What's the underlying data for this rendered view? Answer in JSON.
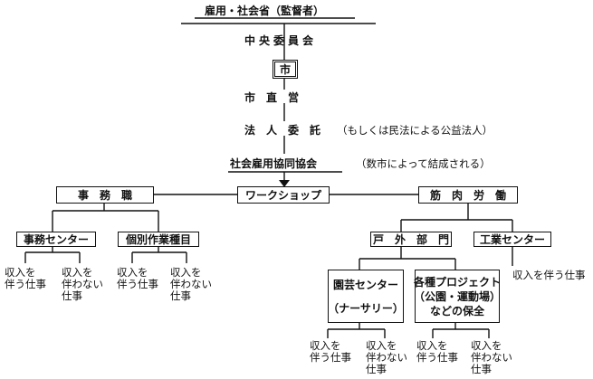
{
  "top": {
    "ministry": "雇用・社会省（監督者）",
    "central_committee": "中央委員会",
    "city": "市",
    "city_direct": "市　直　営",
    "corporation": "法　人　委　託",
    "corporation_note": "（もしくは民法による公益法人）",
    "association": "社会雇用協同協会",
    "association_note": "（数市によって結成される）"
  },
  "branches": {
    "clerical": "事　務　職",
    "workshop": "ワークショップ",
    "manual": "筋　肉　労　働"
  },
  "clerical": {
    "center": "事務センター",
    "individual": "個別作業種目"
  },
  "manual": {
    "outdoor": "戸　外　部　門",
    "industrial": "工業センター"
  },
  "outdoor": {
    "horticulture_line1": "園芸センター",
    "horticulture_line2": "（ナーサリー）",
    "projects_line1": "各種プロジェクト",
    "projects_line2": "（公園・運動場）",
    "projects_line3": "などの保全"
  },
  "leaves": {
    "paid_line1": "収入を",
    "paid_line2": "伴う仕事",
    "unpaid_line1": "収入を",
    "unpaid_line2": "伴わない",
    "unpaid_line3": "仕事",
    "industrial_paid": "収入を伴う仕事"
  }
}
